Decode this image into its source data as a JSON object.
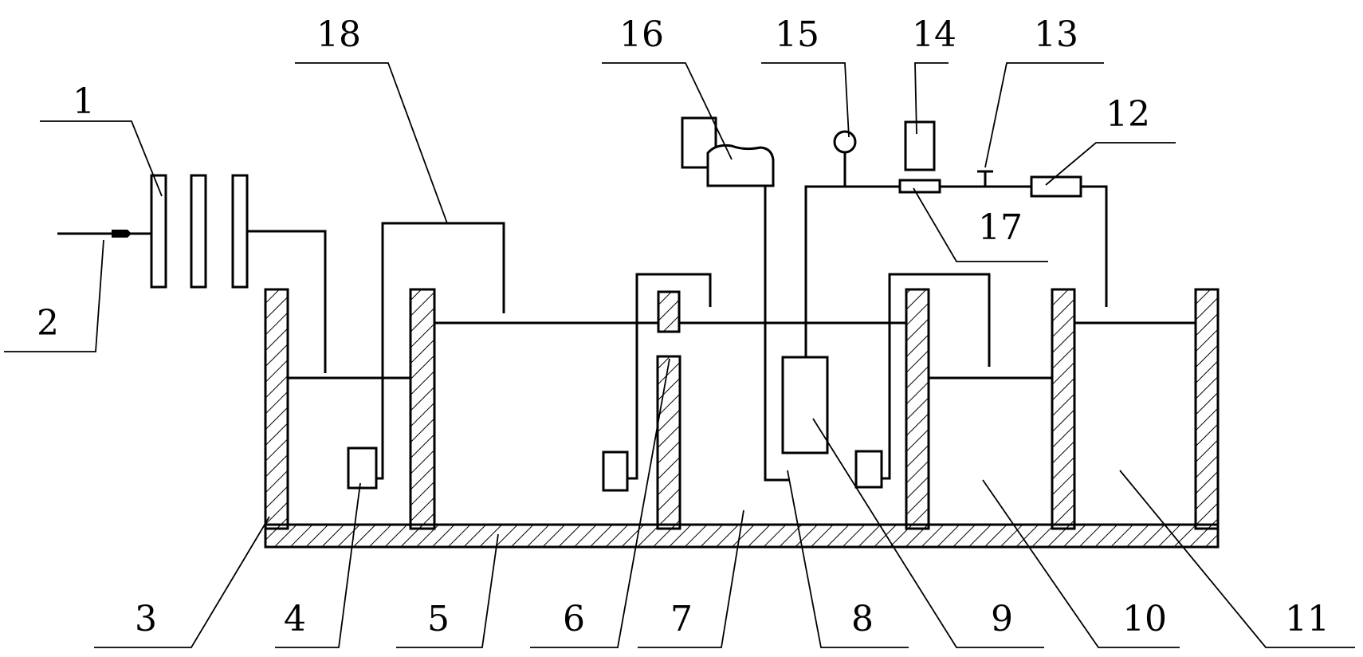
{
  "callouts": [
    {
      "id": "1",
      "label": "1"
    },
    {
      "id": "2",
      "label": "2"
    },
    {
      "id": "3",
      "label": "3"
    },
    {
      "id": "4",
      "label": "4"
    },
    {
      "id": "5",
      "label": "5"
    },
    {
      "id": "6",
      "label": "6"
    },
    {
      "id": "7",
      "label": "7"
    },
    {
      "id": "8",
      "label": "8"
    },
    {
      "id": "9",
      "label": "9"
    },
    {
      "id": "10",
      "label": "10"
    },
    {
      "id": "11",
      "label": "11"
    },
    {
      "id": "12",
      "label": "12"
    },
    {
      "id": "13",
      "label": "13"
    },
    {
      "id": "14",
      "label": "14"
    },
    {
      "id": "15",
      "label": "15"
    },
    {
      "id": "16",
      "label": "16"
    },
    {
      "id": "17",
      "label": "17"
    },
    {
      "id": "18",
      "label": "18"
    }
  ],
  "colors": {
    "stroke": "#000000",
    "background": "#ffffff"
  }
}
